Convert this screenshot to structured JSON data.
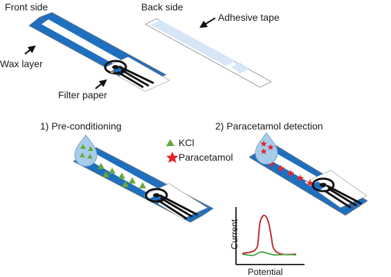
{
  "labels": {
    "front_side": "Front side",
    "back_side": "Back side",
    "adhesive_tape": "Adhesive tape",
    "wax_layer": "Wax layer",
    "filter_paper": "Filter paper",
    "step1": "1) Pre-conditioning",
    "step2": "2) Paracetamol detection",
    "legend_kcl": "KCl",
    "legend_paracetamol": "Paracetamol",
    "axis_y": "Current",
    "axis_x": "Potential"
  },
  "icons": {
    "kcl_marker": "green-triangle",
    "paracetamol_marker": "red-star",
    "droplet": "water-drop",
    "pointer": "black-arrow"
  },
  "colors": {
    "wax_blue": "#1f6fbf",
    "filter_white": "#ffffff",
    "tape_blue": "#d6e6f7",
    "kcl_green": "#66a83a",
    "paracetamol_red": "#e2262b",
    "drop_blue": "#a8cbea",
    "curve_red": "#c0272d",
    "curve_green": "#3f9a3a"
  }
}
